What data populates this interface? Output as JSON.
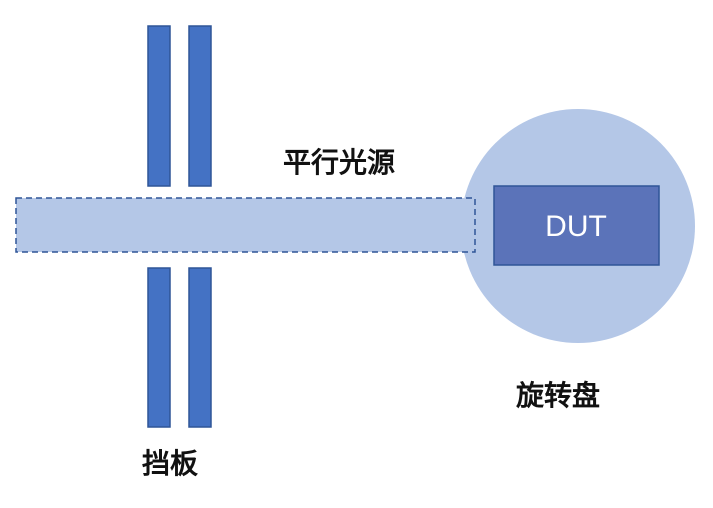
{
  "labels": {
    "light_source": "平行光源",
    "baffle": "挡板",
    "turntable": "旋转盘",
    "dut": "DUT"
  },
  "colors": {
    "baffle_fill": "#4472c4",
    "baffle_stroke": "#2f5597",
    "beam_fill": "#b4c7e7",
    "beam_stroke": "#2f5597",
    "turntable_fill": "#b4c7e7",
    "dut_fill": "#5b73b9",
    "dut_stroke": "#2f5597"
  }
}
